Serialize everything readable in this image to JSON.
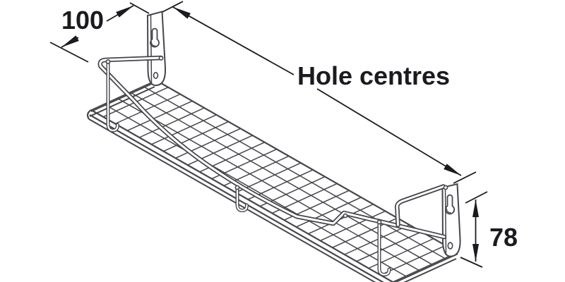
{
  "diagram": {
    "description": "Isometric technical line drawing of a wall-mounted wire grid shelf with two keyhole wall bracket plates",
    "labels": {
      "depth": "100",
      "hole_centres": "Hole centres",
      "height": "78"
    },
    "colors": {
      "drawing_line": "#46464b",
      "annotation": "#1b1b1f",
      "background": "#ffffff"
    }
  }
}
